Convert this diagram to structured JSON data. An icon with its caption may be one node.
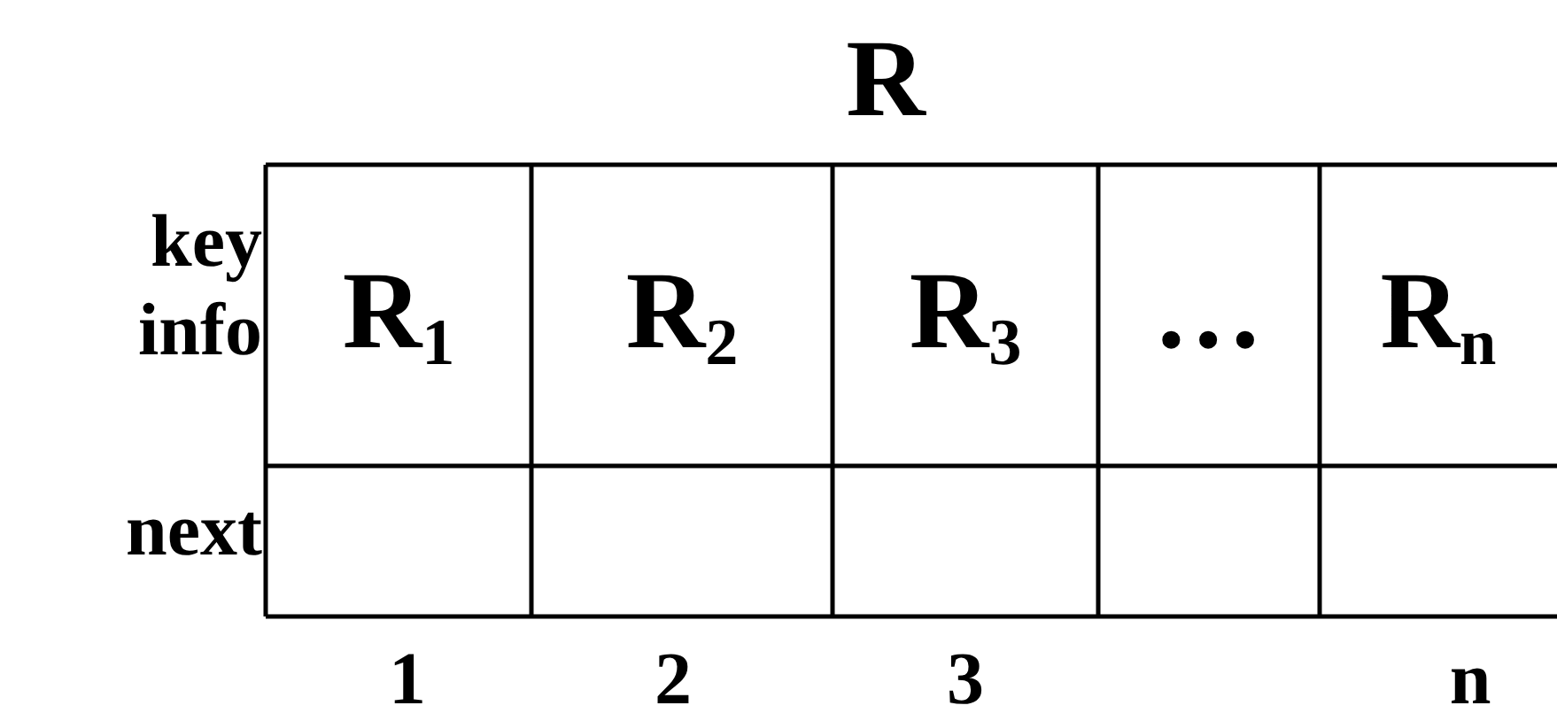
{
  "diagram": {
    "title": "R",
    "labels": [
      "key info",
      "R$_{1}$",
      "R$_{2}$",
      "R$_{3}$",
      "…",
      "R$_{n}$",
      "next",
      "1",
      "2",
      "3",
      "n"
    ]
  }
}
